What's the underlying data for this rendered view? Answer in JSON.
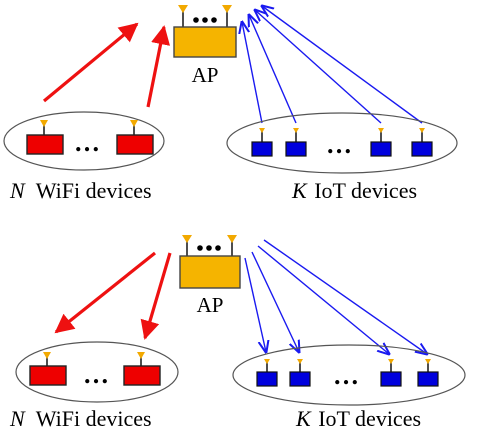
{
  "colors": {
    "ap": "#F5B400",
    "wifi": "#EE0000",
    "iot": "#0000DD",
    "wifi_arrow": "#EE1111",
    "iot_arrow": "#1A1AF0",
    "antenna_tip": "#F2A900"
  },
  "panels": [
    {
      "id": "uplink",
      "ap_label": "AP",
      "wifi_group": {
        "count_symbol": "N",
        "text": "WiFi devices"
      },
      "iot_group": {
        "count_symbol": "K",
        "text": "IoT devices"
      },
      "ellipsis": "…",
      "direction": "device-to-ap"
    },
    {
      "id": "downlink",
      "ap_label": "AP",
      "wifi_group": {
        "count_symbol": "N",
        "text": "WiFi devices"
      },
      "iot_group": {
        "count_symbol": "K",
        "text": "IoT devices"
      },
      "ellipsis": "…",
      "direction": "ap-to-device"
    }
  ]
}
